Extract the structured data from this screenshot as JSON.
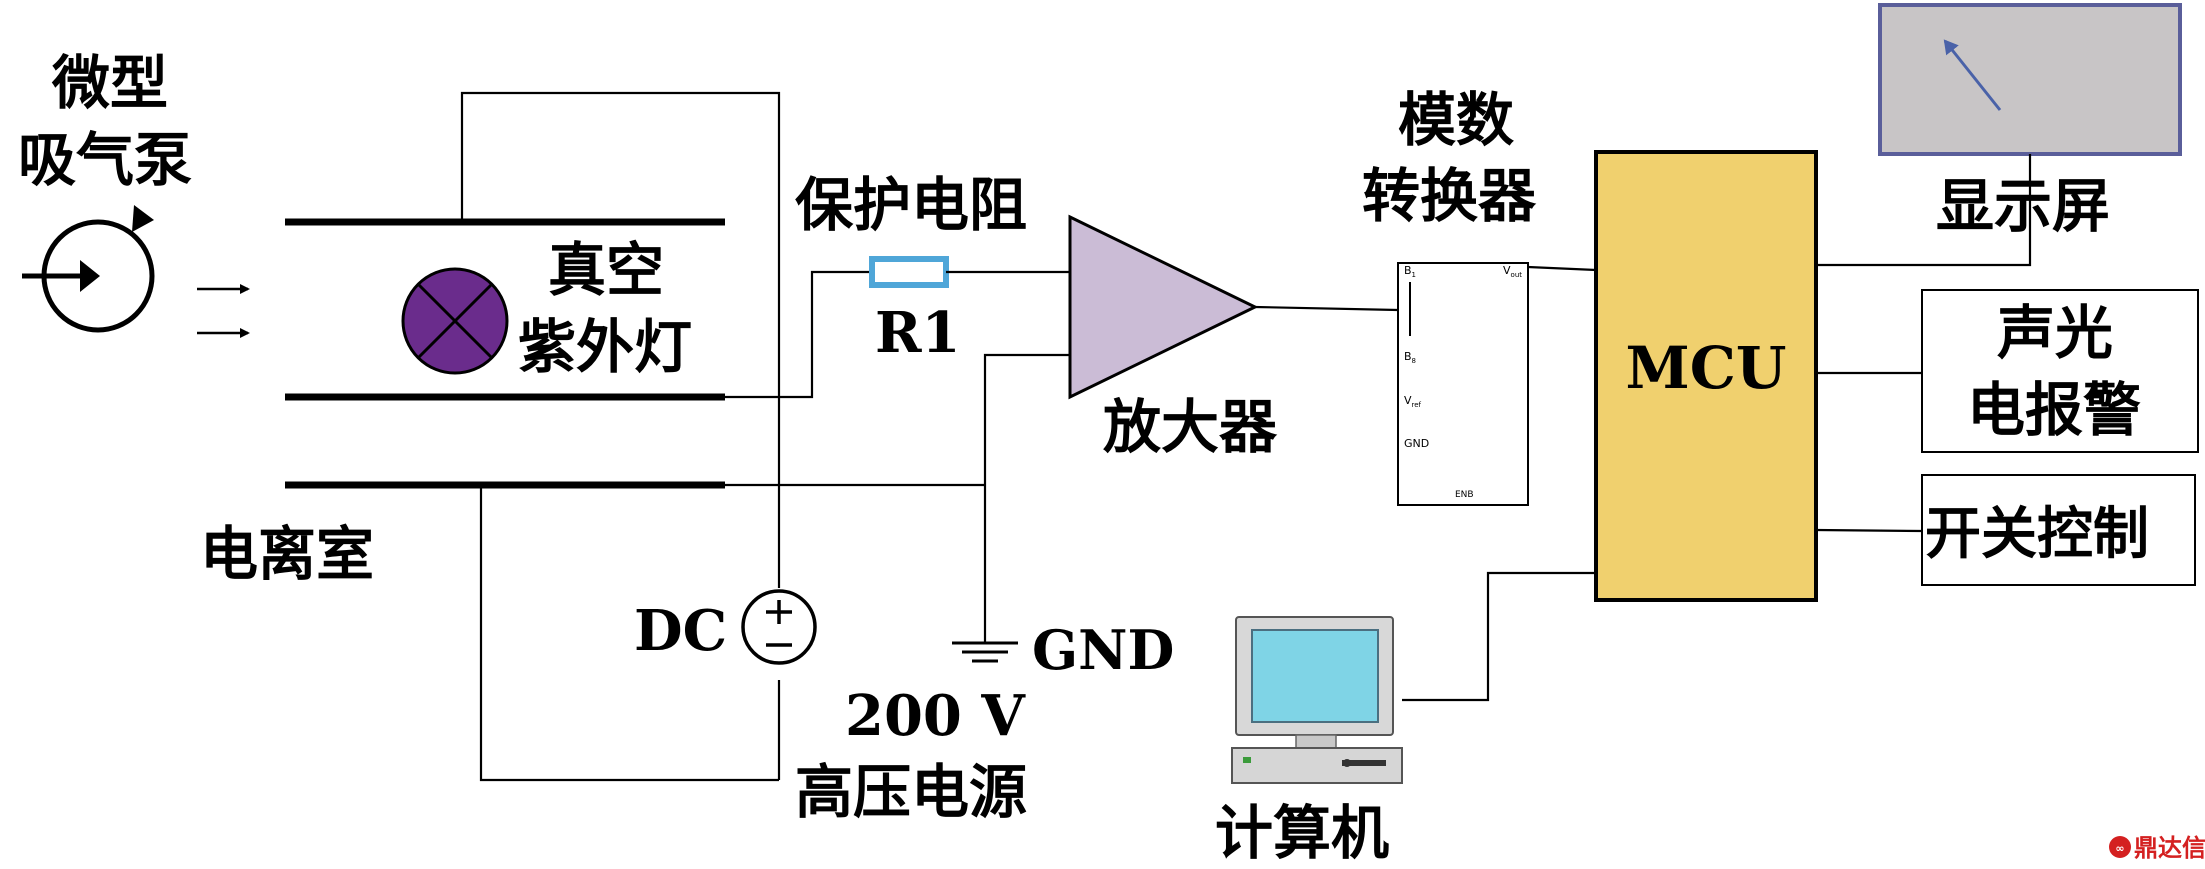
{
  "pump": {
    "line1": "微型",
    "line2": "吸气泵"
  },
  "ionization_chamber": {
    "label": "电离室"
  },
  "uv_lamp": {
    "line1": "真空",
    "line2": "紫外灯",
    "color": "#6a2c8c"
  },
  "resistor": {
    "title": "保护电阻",
    "name": "R1",
    "color": "#4fa6d8"
  },
  "amplifier": {
    "label": "放大器",
    "color": "#cbbcd6"
  },
  "adc": {
    "line1": "模数",
    "line2": "转换器",
    "pins": {
      "b1_main": "B",
      "b1_sub": "1",
      "vout_main": "V",
      "vout_sub": "out",
      "b8_main": "B",
      "b8_sub": "8",
      "vref_main": "V",
      "vref_sub": "ref",
      "gnd": "GND",
      "enb": "ENB"
    }
  },
  "mcu": {
    "label": "MCU",
    "color": "#f0d06e"
  },
  "display": {
    "label": "显示屏",
    "color": "#c8c5c6",
    "border": "#5a5e9a"
  },
  "alarm": {
    "line1": "声光",
    "line2": "电报警"
  },
  "switch_ctrl": {
    "label": "开关控制"
  },
  "computer": {
    "label": "计算机"
  },
  "ground": {
    "label": "GND"
  },
  "dc_source": {
    "symbol": "DC",
    "voltage": "200 V",
    "name": "高压电源"
  },
  "watermark": {
    "text": "鼎达信"
  }
}
